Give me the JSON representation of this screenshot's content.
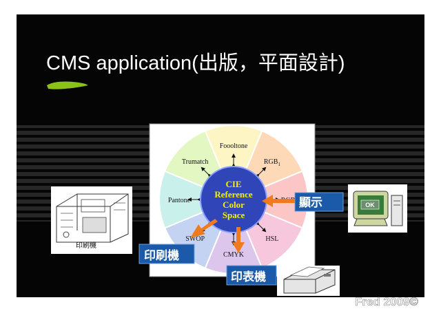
{
  "slide": {
    "title": "CMS application(出版，平面設計)",
    "footer": "Fred 2009©",
    "colors": {
      "background": "#050505",
      "title": "#ffffff",
      "accent_swoosh": "#8ac21a",
      "label_box": "#1a5aa8",
      "arrow": "#f07a1e"
    }
  },
  "wheel": {
    "center_lines": [
      "CIE",
      "Reference",
      "Color",
      "Space"
    ],
    "segments": [
      {
        "label": "Foooltone",
        "color": "#fdf5c4"
      },
      {
        "label": "RGB",
        "sub": "1",
        "color": "#fdd9b8"
      },
      {
        "label": "RGB",
        "color": "#fcc6c6"
      },
      {
        "label": "HSL",
        "color": "#f7c7dd"
      },
      {
        "label": "CMYK",
        "color": "#dcc6ec"
      },
      {
        "label": "SWOP",
        "color": "#c4d3f2"
      },
      {
        "label": "Pantone",
        "color": "#c9f0ea"
      },
      {
        "label": "Trumatch",
        "color": "#e2f7c2"
      }
    ]
  },
  "devices": {
    "press_caption": "印刷機",
    "monitor_button": "OK"
  },
  "callouts": {
    "display": "顯示",
    "press": "印刷機",
    "printer": "印表機"
  }
}
